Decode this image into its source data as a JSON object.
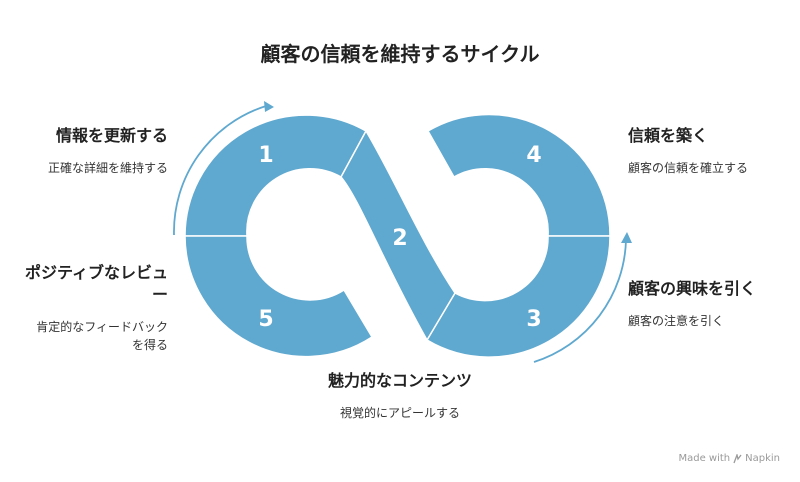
{
  "title": "顧客の信頼を維持するサイクル",
  "segments": [
    {
      "number": "1",
      "heading": "情報を更新する",
      "description": "正確な詳細を維持する"
    },
    {
      "number": "2",
      "heading": "魅力的なコンテンツ",
      "description": "視覚的にアピールする"
    },
    {
      "number": "3",
      "heading": "顧客の興味を引く",
      "description": "顧客の注意を引く"
    },
    {
      "number": "4",
      "heading": "信頼を築く",
      "description": "顧客の信頼を確立する"
    },
    {
      "number": "5",
      "heading": "ポジティブなレビュー",
      "description": "肯定的なフィードバックを得る"
    }
  ],
  "footer": {
    "prefix": "Made with",
    "brand": "Napkin"
  },
  "colors": {
    "segment": "#5fa8cf",
    "arrow": "#5fa8cf"
  }
}
